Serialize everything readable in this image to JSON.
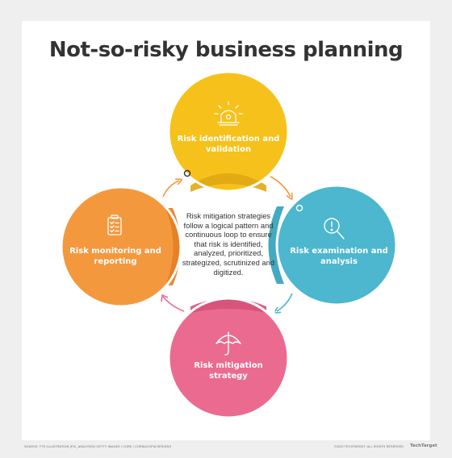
{
  "title": "Not-so-risky business planning",
  "center_text": "Risk mitigation strategies follow a logical pattern and continuous loop to ensure that risk is identified, analyzed, prioritized, strategized, scrutinized and digitized.",
  "stages": [
    {
      "id": "identification",
      "label": "Risk identification and validation",
      "color": "#f6c11a",
      "icon": "alarm-light-icon"
    },
    {
      "id": "examination",
      "label": "Risk examination and analysis",
      "color": "#4cb7cf",
      "icon": "magnifier-alert-icon"
    },
    {
      "id": "mitigation",
      "label": "Risk mitigation strategy",
      "color": "#ea6b8f",
      "icon": "umbrella-icon"
    },
    {
      "id": "monitoring",
      "label": "Risk monitoring and reporting",
      "color": "#f4983e",
      "icon": "clipboard-checklist-icon"
    }
  ],
  "footer": {
    "source": "SOURCE: TTS ILLUSTRATION (PIC_ANALYSIS)/ GETTY IMAGES / CORE / CORNUCOPIA DESIGNS",
    "copyright": "©2022 TECHTARGET. ALL RIGHTS RESERVED",
    "logo": "TechTarget"
  }
}
